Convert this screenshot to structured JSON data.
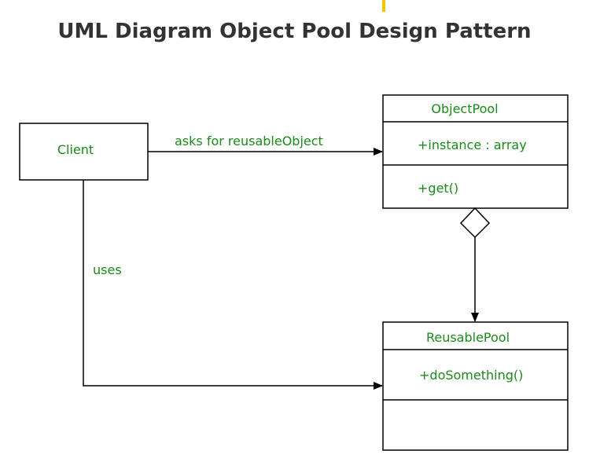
{
  "title": "UML Diagram Object Pool Design Pattern",
  "colors": {
    "title": "#333333",
    "label": "#1a8a1a",
    "line": "#000000",
    "accent": "#f5c400"
  },
  "nodes": {
    "client": {
      "name": "Client"
    },
    "object_pool": {
      "name": "ObjectPool",
      "attribute": "+instance : array",
      "operation": "+get()"
    },
    "reusable_pool": {
      "name": "ReusablePool",
      "operation": "+doSomething()"
    }
  },
  "edges": {
    "client_to_pool": "asks for reusableObject",
    "client_uses": "uses"
  }
}
